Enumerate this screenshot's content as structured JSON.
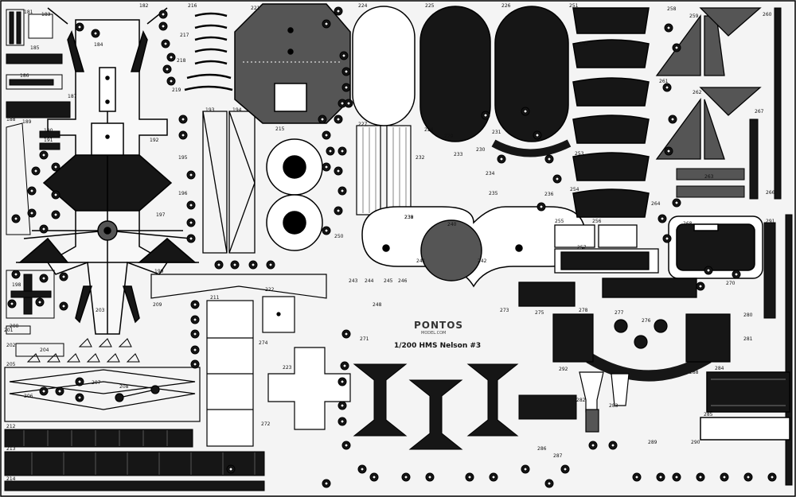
{
  "sheet": {
    "brand": "PONTOS",
    "brand_sub": "MODEL.COM",
    "title": "1/200 HMS Nelson #3",
    "colors": {
      "metal": "#161616",
      "fret": "#f4f4f4",
      "etched": "#555555",
      "outline": "#000000"
    }
  },
  "part_numbers": [
    "181",
    "182",
    "183",
    "184",
    "185",
    "186",
    "187",
    "188",
    "189",
    "190",
    "191",
    "192",
    "193",
    "194",
    "195",
    "196",
    "197",
    "198",
    "199",
    "200",
    "201",
    "202",
    "203",
    "204",
    "205",
    "206",
    "207",
    "208",
    "209",
    "211",
    "212",
    "213",
    "214",
    "215",
    "216",
    "217",
    "218",
    "219",
    "221",
    "222",
    "223",
    "224",
    "225",
    "226",
    "227",
    "228",
    "229",
    "230",
    "231",
    "232",
    "233",
    "234",
    "235",
    "236",
    "238",
    "239",
    "240",
    "241",
    "242",
    "243",
    "244",
    "245",
    "246",
    "248",
    "250",
    "251",
    "252",
    "253",
    "254",
    "255",
    "256",
    "257",
    "258",
    "259",
    "260",
    "261",
    "262",
    "263",
    "264",
    "266",
    "267",
    "268",
    "270",
    "271",
    "272",
    "273",
    "274",
    "275",
    "276",
    "277",
    "278",
    "280",
    "281",
    "282",
    "283",
    "284",
    "285",
    "286",
    "287",
    "288",
    "289",
    "290",
    "291",
    "292"
  ]
}
